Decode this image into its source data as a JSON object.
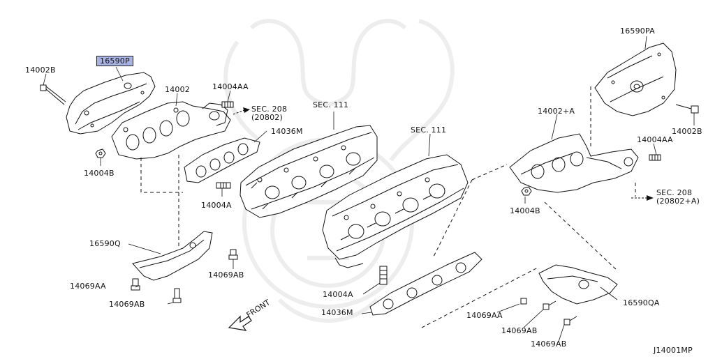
{
  "diagram": {
    "code": "J14001MP",
    "front_label": "FRONT",
    "parts": {
      "p16590P": "16590P",
      "p14002B_left": "14002B",
      "p14004B_left": "14004B",
      "p14002": "14002",
      "p14004AA_left": "14004AA",
      "sec208_left_a": "SEC. 208",
      "sec208_left_b": "(20802)",
      "p14036M_upper": "14036M",
      "p14004A_upper": "14004A",
      "sec111_left": "SEC. 111",
      "sec111_right": "SEC. 111",
      "p16590Q": "16590Q",
      "p14069AA_left": "14069AA",
      "p14069AB_left": "14069AB",
      "p14069AB_mid": "14069AB",
      "p14004A_lower": "14004A",
      "p14036M_lower": "14036M",
      "p16590PA": "16590PA",
      "p14002B_right": "14002B",
      "p14002A": "14002+A",
      "p14004AA_right": "14004AA",
      "p14004B_right": "14004B",
      "sec208_right_a": "SEC. 208",
      "sec208_right_b": "(20802+A)",
      "p14069AA_right": "14069AA",
      "p14069AB_right1": "14069AB",
      "p14069AB_right2": "14069AB",
      "p16590QA": "16590QA"
    }
  }
}
